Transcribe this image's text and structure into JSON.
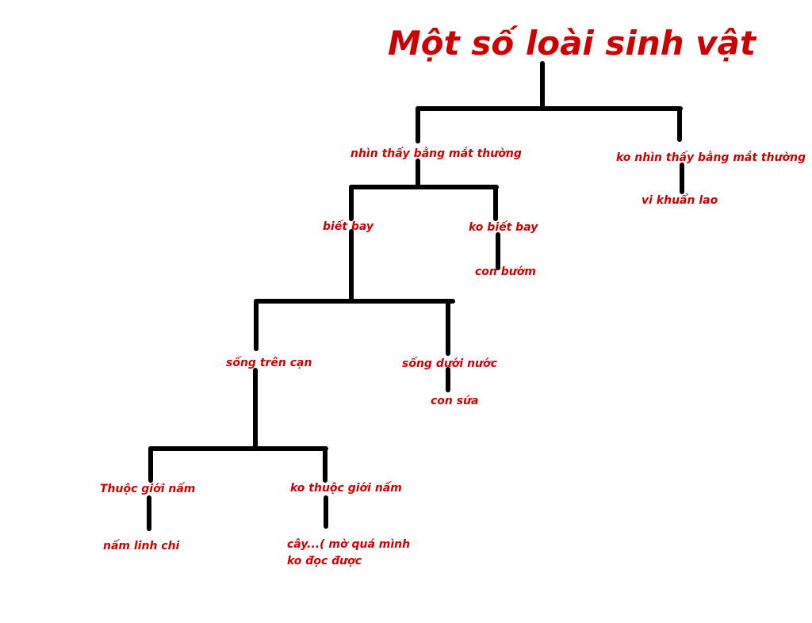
{
  "title": "Một số loài sinh vật",
  "colors": {
    "text": "#cc0000",
    "lines": "#000000",
    "background": "#ffffff"
  },
  "nodes": {
    "visible": "nhìn thấy bằng mắt thường",
    "invisible": "ko nhìn thấy bằng mắt thường",
    "tb_bacteria": "vi khuẩn lao",
    "can_fly": "biết bay",
    "cannot_fly": "ko biết bay",
    "butterfly": "con bướm",
    "on_land": "sống trên cạn",
    "under_water": "sống dưới nước",
    "jellyfish": "con sứa",
    "fungi": "Thuộc giới nấm",
    "not_fungi": "ko thuộc giới nấm",
    "lingzhi": "nấm linh chi",
    "plant_line1": "cây...( mờ quá mình",
    "plant_line2": "ko đọc được"
  }
}
